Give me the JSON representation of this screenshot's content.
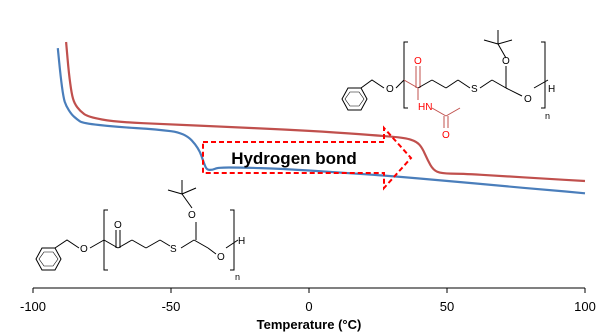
{
  "chart_data": {
    "type": "line",
    "title": "",
    "xlabel": "Temperature (°C)",
    "ylabel": "",
    "xlim": [
      -100,
      100
    ],
    "x_ticks": [
      -100,
      -50,
      0,
      50,
      100
    ],
    "x_tick_labels": [
      "-100",
      "-50",
      "0",
      "50",
      "100"
    ],
    "y_axis_shown": false,
    "grid": false,
    "series": [
      {
        "color": "#c0504d",
        "points": [
          [
            -88,
            0.0
          ],
          [
            -87,
            0.13
          ],
          [
            -86,
            0.21
          ],
          [
            -85,
            0.25
          ],
          [
            -83,
            0.28
          ],
          [
            -80,
            0.305
          ],
          [
            -70,
            0.325
          ],
          [
            -50,
            0.335
          ],
          [
            -30,
            0.345
          ],
          [
            -10,
            0.355
          ],
          [
            10,
            0.368
          ],
          [
            25,
            0.38
          ],
          [
            35,
            0.39
          ],
          [
            39,
            0.405
          ],
          [
            41,
            0.43
          ],
          [
            43,
            0.48
          ],
          [
            45,
            0.52
          ],
          [
            48,
            0.535
          ],
          [
            55,
            0.535
          ],
          [
            70,
            0.545
          ],
          [
            85,
            0.555
          ],
          [
            100,
            0.565
          ]
        ]
      },
      {
        "color": "#4a7ebb",
        "points": [
          [
            -91,
            0.025
          ],
          [
            -90,
            0.14
          ],
          [
            -89,
            0.225
          ],
          [
            -88,
            0.26
          ],
          [
            -86,
            0.295
          ],
          [
            -84,
            0.315
          ],
          [
            -82,
            0.33
          ],
          [
            -70,
            0.345
          ],
          [
            -55,
            0.355
          ],
          [
            -45,
            0.37
          ],
          [
            -40,
            0.43
          ],
          [
            -38,
            0.495
          ],
          [
            -37,
            0.52
          ],
          [
            -35,
            0.52
          ],
          [
            -33,
            0.51
          ],
          [
            -25,
            0.51
          ],
          [
            -10,
            0.515
          ],
          [
            10,
            0.53
          ],
          [
            30,
            0.545
          ],
          [
            50,
            0.565
          ],
          [
            70,
            0.585
          ],
          [
            85,
            0.6
          ],
          [
            100,
            0.615
          ]
        ]
      }
    ],
    "annotations": [
      {
        "text": "Hydrogen bond",
        "style": "dashed red double arrow pointing right"
      }
    ],
    "structures": {
      "top": {
        "o_left": "O",
        "o_carbonyl": "O",
        "nh": "HN",
        "o_acetyl": "O",
        "s": "S",
        "o_tbu": "O",
        "o_end": "O",
        "h": "H",
        "n": "n"
      },
      "bottom": {
        "o_left": "O",
        "o_carbonyl": "O",
        "s": "S",
        "o_tbu": "O",
        "o_end": "O",
        "h": "H",
        "n": "n"
      }
    },
    "colors": {
      "red_series": "#c0504d",
      "blue_series": "#4a7ebb",
      "annotation": "#ff0000",
      "amide_group": "#ff0000"
    }
  }
}
